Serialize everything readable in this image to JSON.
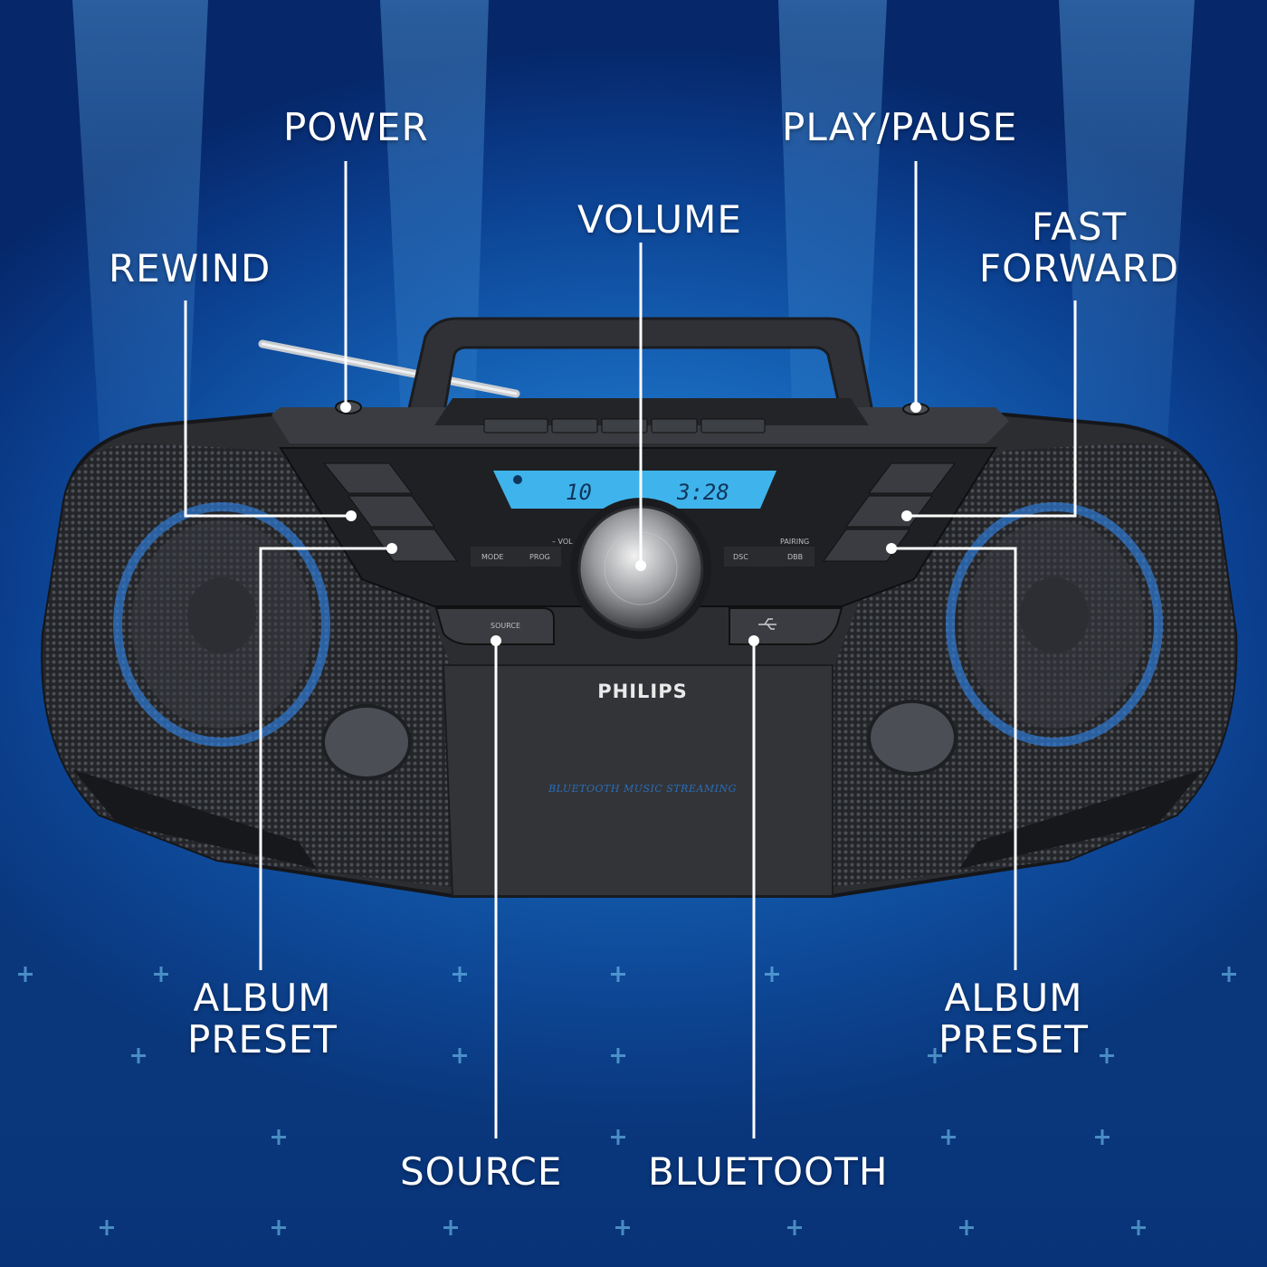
{
  "callouts": {
    "power": "POWER",
    "play_pause": "PLAY/PAUSE",
    "volume": "VOLUME",
    "rewind": "REWIND",
    "fast_forward_line1": "FAST",
    "fast_forward_line2": "FORWARD",
    "album_preset_left_line1": "ALBUM",
    "album_preset_left_line2": "PRESET",
    "album_preset_right_line1": "ALBUM",
    "album_preset_right_line2": "PRESET",
    "source": "SOURCE",
    "bluetooth": "BLUETOOTH"
  },
  "device": {
    "brand": "PHILIPS",
    "tagline": "BLUETOOTH MUSIC STREAMING",
    "display_left": "10",
    "display_right": "3:28",
    "button_source": "SOURCE",
    "button_mode": "MODE",
    "button_prog": "PROG",
    "button_dsc": "DSC",
    "button_dbb": "DBB",
    "label_vol": "– VOL",
    "label_pairing": "PAIRING"
  },
  "colors": {
    "background": "#1664b8",
    "label_text": "#ffffff",
    "display": "#3fb4ec",
    "device_body": "#2b2d31",
    "speaker_glow": "#2f7fe0"
  }
}
